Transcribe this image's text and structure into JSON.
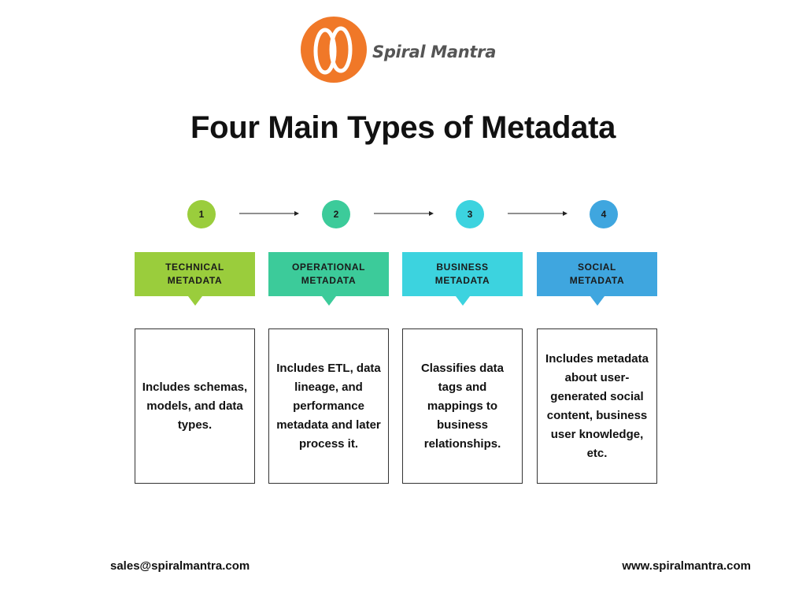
{
  "brand": {
    "name": "Spiral Mantra"
  },
  "title": "Four Main Types of Metadata",
  "steps": [
    {
      "number": "1",
      "label": "TECHNICAL\nMETADATA",
      "description": "Includes schemas, models, and data types.",
      "color": "#9ACD3C"
    },
    {
      "number": "2",
      "label": "OPERATIONAL\nMETADATA",
      "description": "Includes ETL, data lineage, and performance metadata and later process it.",
      "color": "#3CCB9A"
    },
    {
      "number": "3",
      "label": "BUSINESS\nMETADATA",
      "description": "Classifies data tags and mappings to business relationships.",
      "color": "#3CD3DF"
    },
    {
      "number": "4",
      "label": "SOCIAL\nMETADATA",
      "description": "Includes metadata about user-generated social content, business user knowledge, etc.",
      "color": "#3FA6DF"
    }
  ],
  "footer": {
    "email": "sales@spiralmantra.com",
    "website": "www.spiralmantra.com"
  },
  "colors": {
    "logo": "#F07828"
  }
}
